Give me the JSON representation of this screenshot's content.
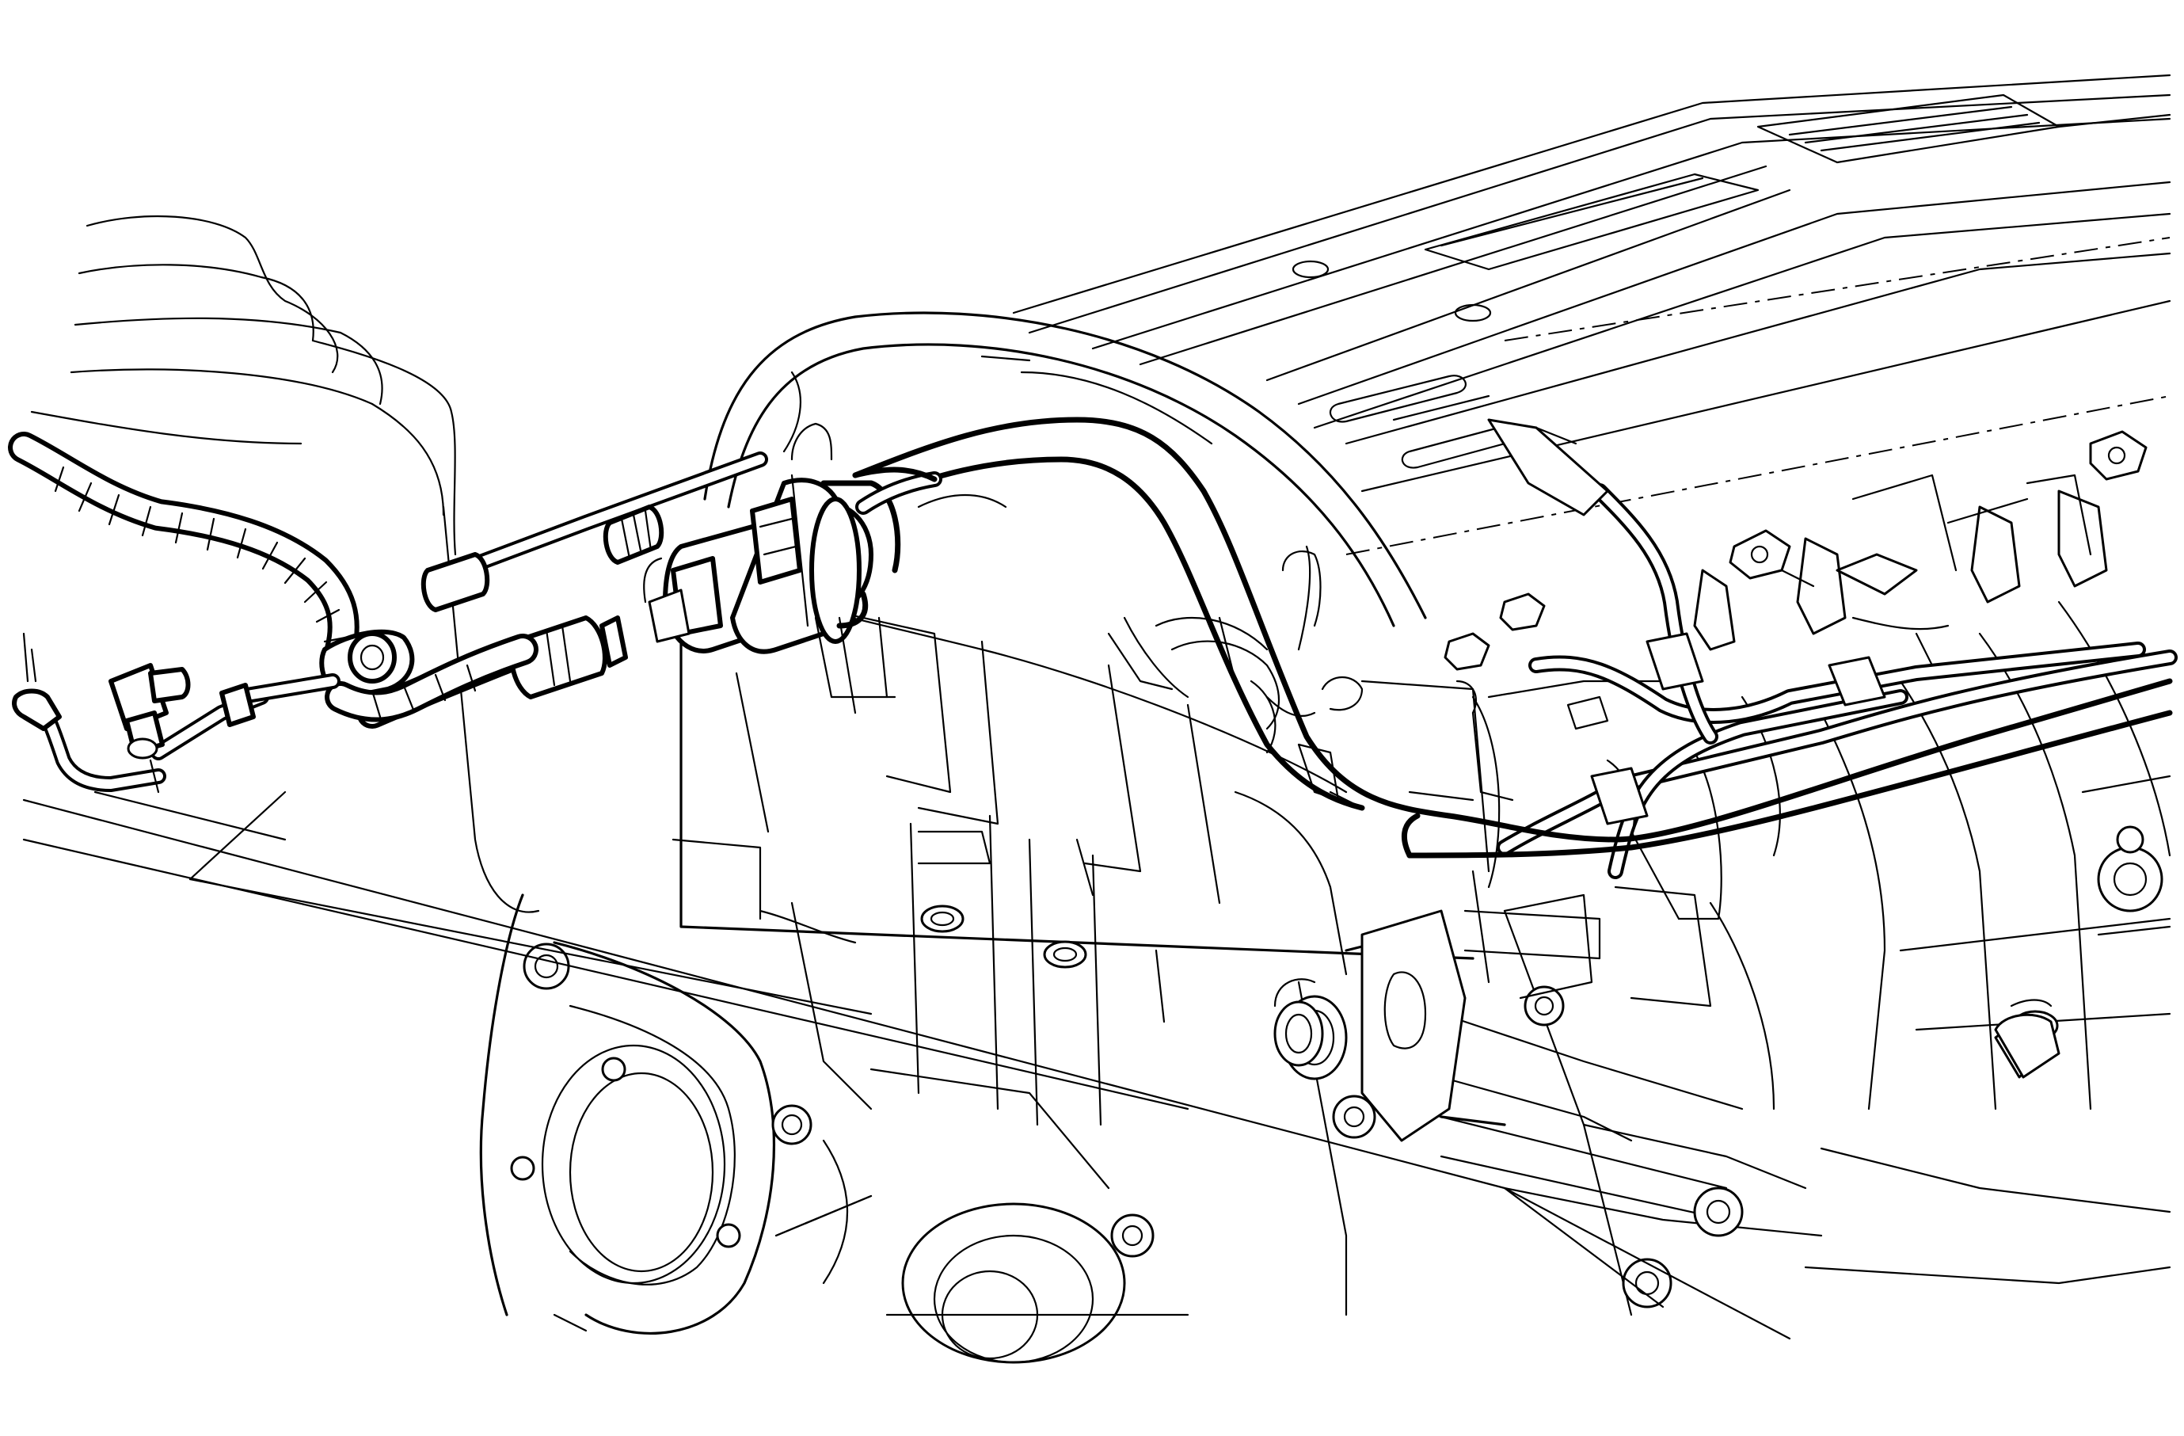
{
  "diagram": {
    "type": "technical-line-illustration",
    "subject_parts": [
      "engine-cylinder-head-cover",
      "intake-manifold",
      "fuel-rail",
      "fuel-lines",
      "fuel-filter",
      "wiring-harness",
      "timing-cover",
      "engine-bolts",
      "vacuum-hose",
      "reservoir-tank"
    ],
    "colors": {
      "ink": "#000000",
      "paper": "#ffffff"
    }
  }
}
